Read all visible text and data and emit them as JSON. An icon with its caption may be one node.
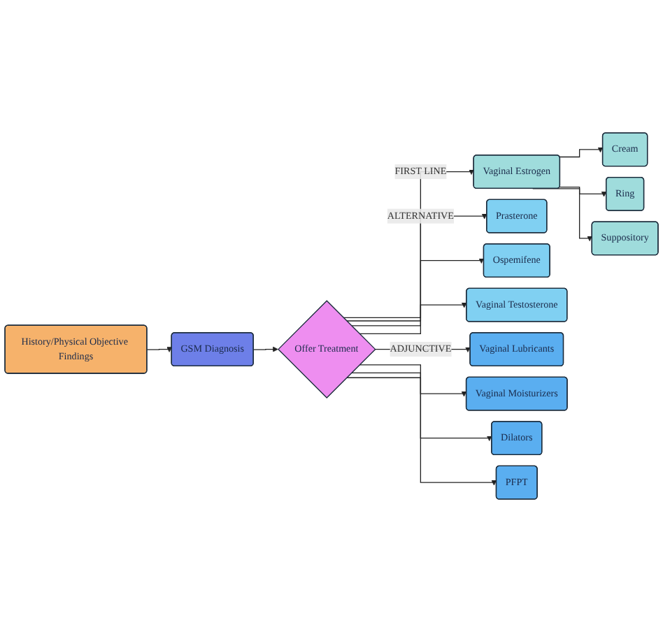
{
  "diagram": {
    "nodes": [
      {
        "text": [
          "History/Physical Objective Findings"
        ]
      },
      {
        "text": [
          "GSM Diagnosis"
        ]
      },
      {
        "text": [
          "Offer Treatment"
        ]
      },
      {
        "text": [
          "Vaginal Estrogen"
        ]
      },
      {
        "text": [
          "Cream"
        ]
      },
      {
        "text": [
          "Ring"
        ]
      },
      {
        "text": [
          "Suppository"
        ]
      },
      {
        "text": [
          "Prasterone"
        ]
      },
      {
        "text": [
          "Ospemifene"
        ]
      },
      {
        "text": [
          "Vaginal Testosterone"
        ]
      },
      {
        "text": [
          "Vaginal Lubricants"
        ]
      },
      {
        "text": [
          "Vaginal Moisturizers"
        ]
      },
      {
        "text": [
          "Dilators"
        ]
      },
      {
        "text": [
          "PFPT"
        ]
      }
    ],
    "edges": [
      {
        "from": 0,
        "to": 1,
        "arrow": "to"
      },
      {
        "from": 1,
        "to": 2,
        "arrow": "to"
      },
      {
        "from": 2,
        "to": 3,
        "arrow": "to",
        "label": "FIRST LINE"
      },
      {
        "from": 3,
        "to": 4,
        "arrow": "to"
      },
      {
        "from": 3,
        "to": 5,
        "arrow": "to"
      },
      {
        "from": 3,
        "to": 6,
        "arrow": "to"
      },
      {
        "from": 2,
        "to": 7,
        "arrow": "to",
        "label": "ALTERNATIVE"
      },
      {
        "from": 2,
        "to": 8,
        "arrow": "to"
      },
      {
        "from": 2,
        "to": 9,
        "arrow": "to"
      },
      {
        "from": 2,
        "to": 10,
        "arrow": "to",
        "label": "ADJUNCTIVE"
      },
      {
        "from": 2,
        "to": 11,
        "arrow": "to"
      },
      {
        "from": 2,
        "to": 12,
        "arrow": "to"
      },
      {
        "from": 2,
        "to": 13,
        "arrow": "to"
      }
    ]
  }
}
